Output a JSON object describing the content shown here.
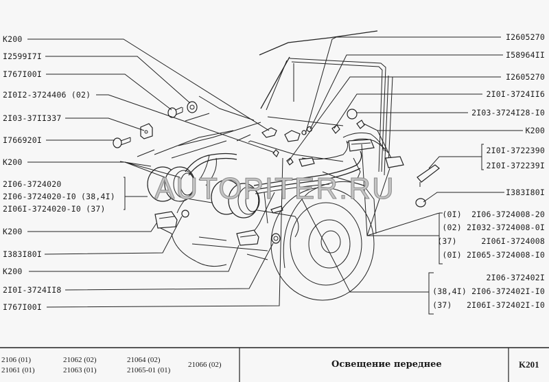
{
  "diagram": {
    "title": "Освещение переднее",
    "code": "K201",
    "watermark": "AUTOPITER.RU",
    "labels_left": [
      {
        "id": "l1",
        "text": "K200"
      },
      {
        "id": "l2",
        "text": "I2599I7I"
      },
      {
        "id": "l3",
        "text": "I767I00I"
      },
      {
        "id": "l4",
        "text": "2I0I2-3724406 (02)"
      },
      {
        "id": "l5",
        "text": "2I03-37II337"
      },
      {
        "id": "l6",
        "text": "I766920I"
      },
      {
        "id": "l7",
        "text": "K200"
      },
      {
        "id": "l8a",
        "text": "2I06-3724020"
      },
      {
        "id": "l8b",
        "text": "2I06-3724020-I0 (38,4I)"
      },
      {
        "id": "l8c",
        "text": "2I06I-3724020-I0 (37)"
      },
      {
        "id": "l9",
        "text": "K200"
      },
      {
        "id": "l10",
        "text": "I383I80I"
      },
      {
        "id": "l11",
        "text": "K200"
      },
      {
        "id": "l12",
        "text": "2I0I-3724II8"
      },
      {
        "id": "l13",
        "text": "I767I00I"
      }
    ],
    "labels_right": [
      {
        "id": "r1",
        "text": "I2605270"
      },
      {
        "id": "r2",
        "text": "I58964II"
      },
      {
        "id": "r3",
        "text": "I2605270"
      },
      {
        "id": "r4",
        "text": "2I0I-3724II6"
      },
      {
        "id": "r5",
        "text": "2I03-3724I28-I0"
      },
      {
        "id": "r6",
        "text": "K200"
      },
      {
        "id": "r7a",
        "text": "2I0I-3722390"
      },
      {
        "id": "r7b",
        "text": "2I0I-372239I"
      },
      {
        "id": "r8",
        "text": "I383I80I"
      },
      {
        "id": "r9a",
        "text": "(0I)  2I06-3724008-20"
      },
      {
        "id": "r9b",
        "text": "(02) 2I032-3724008-0I"
      },
      {
        "id": "r9c",
        "text": "(37)     2I06I-3724008"
      },
      {
        "id": "r9d",
        "text": "(0I) 2I065-3724008-I0"
      },
      {
        "id": "r10a",
        "text": "2I06-372402I"
      },
      {
        "id": "r10b",
        "text": "(38,4I) 2I06-372402I-I0"
      },
      {
        "id": "r10c",
        "text": "(37)   2I06I-372402I-I0"
      }
    ]
  },
  "footer": {
    "models": [
      {
        "text": "2106 (01)"
      },
      {
        "text": "21061 (01)"
      },
      {
        "text": "21062 (02)"
      },
      {
        "text": "21063 (01)"
      },
      {
        "text": "21064 (02)"
      },
      {
        "text": "21065-01 (01)"
      },
      {
        "text": "21066 (02)"
      }
    ],
    "title": "Освещение переднее",
    "code": "K201"
  },
  "colors": {
    "background": "#f7f7f7",
    "ink": "#1a1a1a"
  }
}
